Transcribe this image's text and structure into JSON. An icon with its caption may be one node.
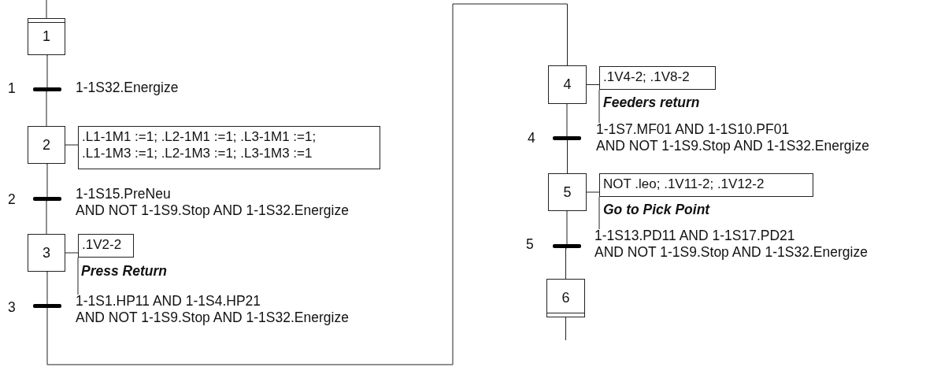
{
  "diagram": {
    "nodes": [
      {
        "text": [
          "1"
        ]
      },
      {
        "text": [],
        "shape": "bar",
        "beside": [
          "1",
          "1-1S32.Energize"
        ]
      },
      {
        "text": [
          "2"
        ]
      },
      {
        "text": [
          ".L1-1M1 :=1; .L2-1M1 :=1; .L3-1M1 :=1; .L1-1M3 :=1; .L2-1M3 :=1; .L3-1M3 :=1"
        ]
      },
      {
        "text": [],
        "shape": "bar",
        "beside": [
          "2",
          "1-1S15.PreNeu AND NOT 1-1S9.Stop AND 1-1S32.Energize"
        ]
      },
      {
        "text": [
          "3"
        ]
      },
      {
        "text": [
          ".1V2-2"
        ],
        "beside": [
          "Press Return"
        ]
      },
      {
        "text": [],
        "shape": "bar",
        "beside": [
          "3",
          "1-1S1.HP11 AND 1-1S4.HP21 AND NOT 1-1S9.Stop AND 1-1S32.Energize"
        ]
      },
      {
        "text": [
          "4"
        ]
      },
      {
        "text": [
          ".1V4-2; .1V8-2"
        ],
        "beside": [
          "Feeders return"
        ]
      },
      {
        "text": [],
        "shape": "bar",
        "beside": [
          "4",
          "1-1S7.MF01 AND 1-1S10.PF01 AND NOT 1-1S9.Stop AND 1-1S32.Energize"
        ]
      },
      {
        "text": [
          "5"
        ]
      },
      {
        "text": [
          "NOT .leo; .1V11-2; .1V12-2"
        ],
        "beside": [
          "Go to Pick Point"
        ]
      },
      {
        "text": [],
        "shape": "bar",
        "beside": [
          "5",
          "1-1S13.PD11 AND 1-1S17.PD21 AND NOT 1-1S9.Stop AND 1-1S32.Energize"
        ]
      },
      {
        "text": [
          "6"
        ]
      }
    ],
    "edges": [
      {
        "from": null,
        "to": 0,
        "arrow": "none"
      },
      {
        "from": 0,
        "to": 1,
        "arrow": "none"
      },
      {
        "from": 1,
        "to": 2,
        "arrow": "none"
      },
      {
        "from": 2,
        "to": 3,
        "arrow": "none"
      },
      {
        "from": 2,
        "to": 4,
        "arrow": "none"
      },
      {
        "from": 4,
        "to": 5,
        "arrow": "none"
      },
      {
        "from": 5,
        "to": 6,
        "arrow": "none"
      },
      {
        "from": 6,
        "to": 7,
        "arrow": "none"
      },
      {
        "from": 5,
        "to": 7,
        "arrow": "none"
      },
      {
        "from": 7,
        "to": 8,
        "arrow": "none"
      },
      {
        "from": 8,
        "to": 9,
        "arrow": "none"
      },
      {
        "from": 9,
        "to": 10,
        "arrow": "none"
      },
      {
        "from": 8,
        "to": 10,
        "arrow": "none"
      },
      {
        "from": 10,
        "to": 11,
        "arrow": "none"
      },
      {
        "from": 11,
        "to": 12,
        "arrow": "none"
      },
      {
        "from": 12,
        "to": 13,
        "arrow": "none"
      },
      {
        "from": 11,
        "to": 13,
        "arrow": "none"
      },
      {
        "from": 13,
        "to": 14,
        "arrow": "none"
      },
      {
        "from": 14,
        "to": null,
        "arrow": "none"
      }
    ]
  }
}
